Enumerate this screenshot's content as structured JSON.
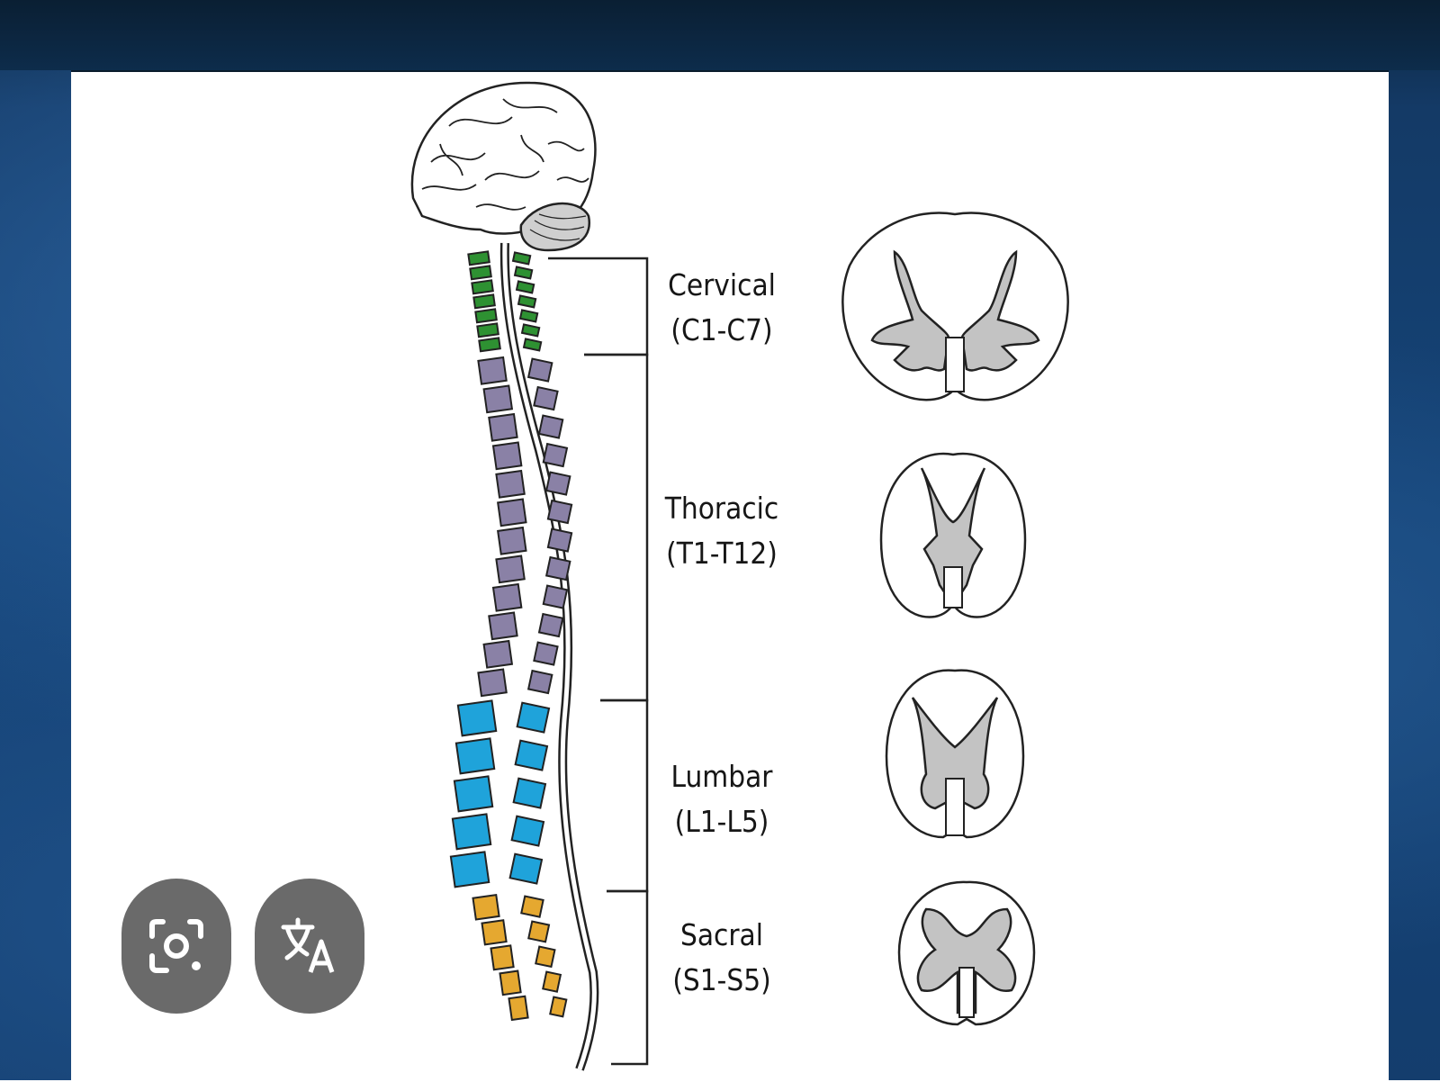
{
  "regions": [
    {
      "name": "Cervical",
      "range": "(C1-C7)"
    },
    {
      "name": "Thoracic",
      "range": "(T1-T12)"
    },
    {
      "name": "Lumbar",
      "range": "(L1-L5)"
    },
    {
      "name": "Sacral",
      "range": "(S1-S5)"
    }
  ],
  "colors": {
    "cervical": "#2e9132",
    "thoracic": "#8a81a6",
    "lumbar": "#1fa3da",
    "sacral": "#e5a830",
    "gray_matter": "#c3c3c3",
    "background": "#15457a"
  },
  "overlay_buttons": [
    {
      "icon": "google-lens-icon"
    },
    {
      "icon": "translate-icon"
    }
  ]
}
